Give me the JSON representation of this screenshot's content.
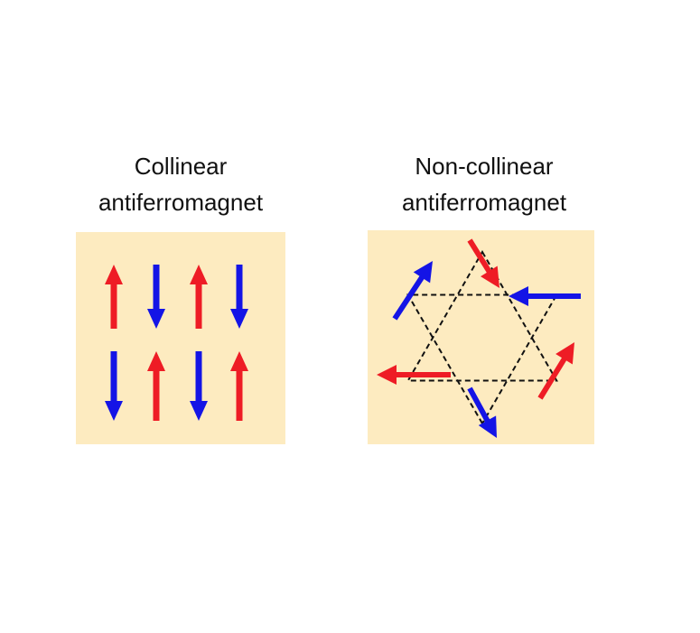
{
  "colors": {
    "background": "#ffffff",
    "panel": "#fdebc0",
    "spin_up": "#ee1c25",
    "spin_down": "#1414e6",
    "lattice": "#111111"
  },
  "collinear": {
    "title_line1": "Collinear",
    "title_line2": "antiferromagnet",
    "spins": [
      [
        "up",
        "down",
        "up",
        "down"
      ],
      [
        "down",
        "up",
        "down",
        "up"
      ]
    ]
  },
  "noncollinear": {
    "title_line1": "Non-collinear",
    "title_line2": "antiferromagnet",
    "lattice": "kagome-star",
    "spin_arrow_count": 6,
    "spin_colors": [
      "spin_down",
      "spin_up",
      "spin_down",
      "spin_up",
      "spin_down",
      "spin_up"
    ]
  }
}
